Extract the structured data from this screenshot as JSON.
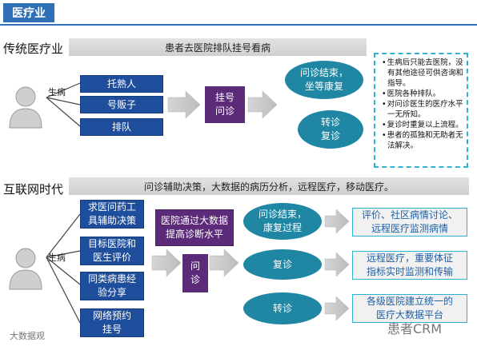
{
  "header_tag": "医疗业",
  "traditional": {
    "title": "传统医疗业",
    "banner": "患者去医院排队挂号看病",
    "patient_label": "生病",
    "options": [
      "托熟人",
      "号贩子",
      "排队"
    ],
    "register": "挂号\n问诊",
    "outcomes": [
      "问诊结束，\n坐等康复",
      "转诊\n复诊"
    ],
    "notes": [
      "生病后只能去医院，没有其他途径可供咨询和指导。",
      "医院各种排队。",
      "对问诊医生的医疗水平一无所知。",
      "复诊时重复以上流程。",
      "患者的孤独和无助者无法解决。"
    ]
  },
  "internet": {
    "title": "互联网时代",
    "banner": "问诊辅助决策，大数据的病历分析，远程医疗，移动医疗。",
    "patient_label": "生病",
    "options": [
      "求医问药工\n具辅助决策",
      "目标医院和\n医生评价",
      "同类病患经\n验分享",
      "网络预约\n挂号"
    ],
    "bigdata": "医院通过大数据\n提高诊断水平",
    "consult": "问\n诊",
    "outcomes": [
      "问诊结束，\n康复过程",
      "复诊",
      "转诊"
    ],
    "results": [
      "评价、社区病情讨论、\n远程医疗监测病情",
      "远程医疗，重要体征\n指标实时监测和传输",
      "各级医院建立统一的\n医疗大数据平台"
    ]
  },
  "watermarks": [
    "大数据观",
    "患者CRM"
  ]
}
